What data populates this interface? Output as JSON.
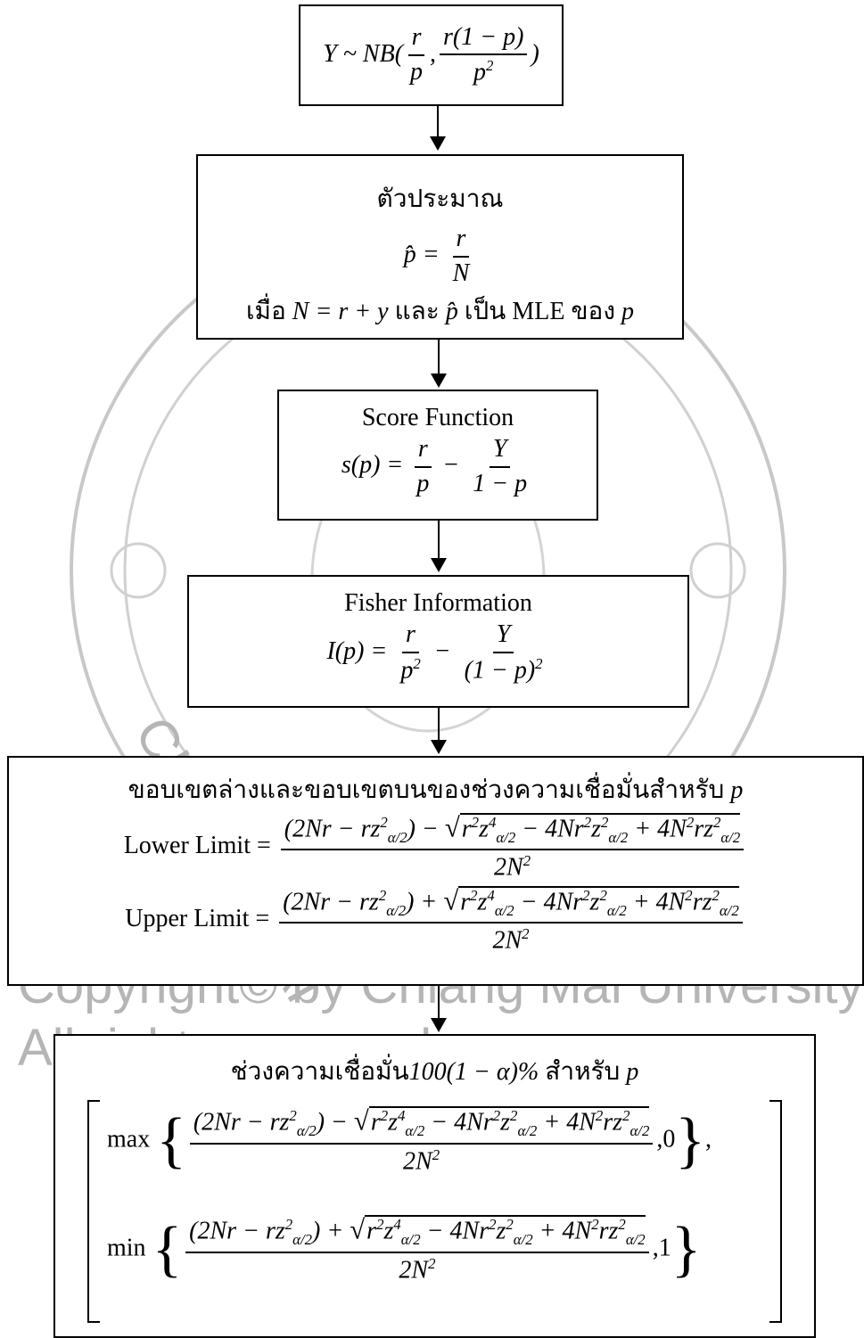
{
  "watermark": {
    "copyright_line": "Copyright© by Chiang Mai University",
    "rights_line": "All rights reserved",
    "seal_text": "CHIANG MAI"
  },
  "box1": {
    "formula": "Y ~ NB(r/p, r(1 − p)/p²)"
  },
  "box2": {
    "title": "ตัวประมาณ",
    "estimator": "p̂ = r/N",
    "note_prefix": "เมื่อ",
    "note_eq": "N = r + y",
    "note_and": "และ",
    "note_phat": "p̂",
    "note_is": "เป็น MLE ของ",
    "note_p": "p"
  },
  "box3": {
    "title": "Score Function",
    "formula_lhs": "s(p) ="
  },
  "box4": {
    "title": "Fisher Information",
    "formula_lhs": "I(p) ="
  },
  "box5": {
    "title": "ขอบเขตล่างและขอบเขตบนของช่วงความเชื่อมั่นสำหรับ",
    "title_var": "p",
    "lower_label": "Lower Limit =",
    "upper_label": "Upper Limit ="
  },
  "box6": {
    "title_prefix": "ช่วงความเชื่อมั่น",
    "title_pct": "100(1 − α)%",
    "title_for": "สำหรับ",
    "title_var": "p",
    "max_label": "max",
    "min_label": "min",
    "max_tail": ",0",
    "min_tail": ",1"
  }
}
